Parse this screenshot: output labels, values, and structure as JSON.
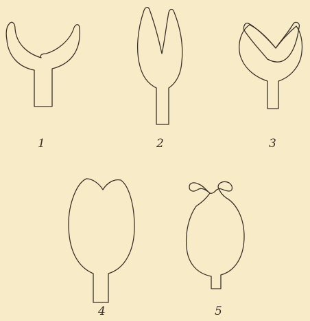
{
  "figures": [
    {
      "id": 1,
      "label": "1"
    },
    {
      "id": 2,
      "label": "2"
    },
    {
      "id": 3,
      "label": "3"
    },
    {
      "id": 4,
      "label": "4"
    },
    {
      "id": 5,
      "label": "5"
    }
  ],
  "colors": {
    "paper": "#f8ecc8",
    "ink": "#3a3128"
  }
}
